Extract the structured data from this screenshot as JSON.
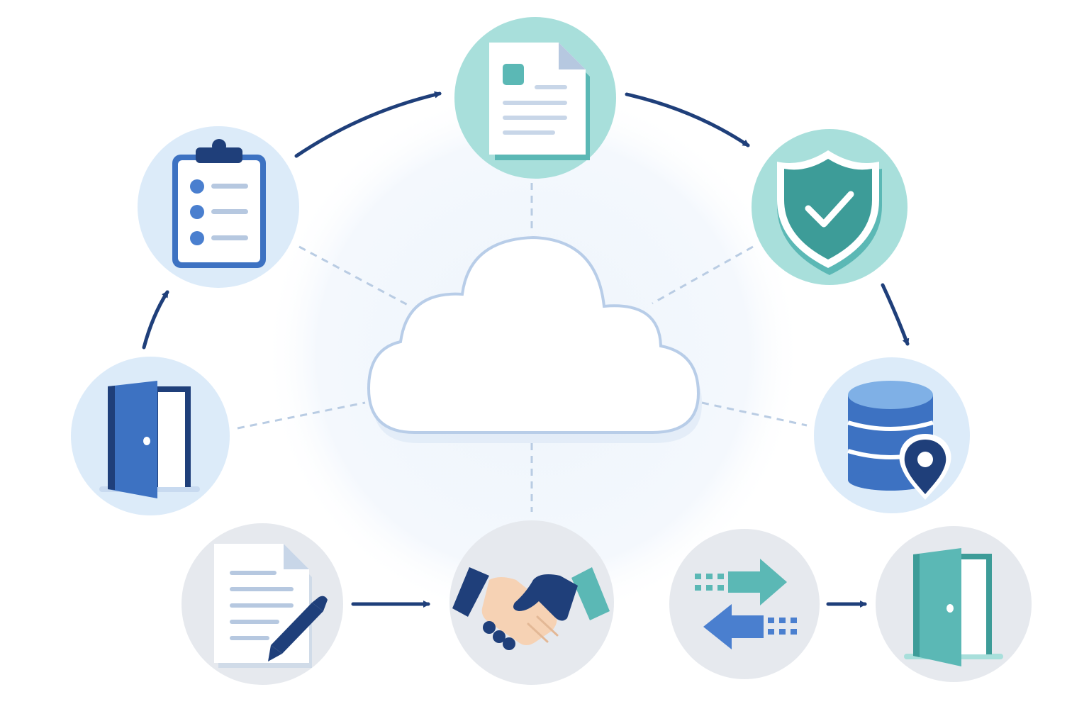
{
  "diagram": {
    "hub": {
      "icon": "cloud-icon"
    },
    "nodes": [
      {
        "id": "onboarding-entry",
        "icon": "open-door-icon",
        "color": "#3d72c2"
      },
      {
        "id": "requirements",
        "icon": "clipboard-checklist-icon",
        "color": "#4a7fcf"
      },
      {
        "id": "documentation",
        "icon": "document-icon",
        "color": "#5bb8b5"
      },
      {
        "id": "security-verification",
        "icon": "shield-check-icon",
        "color": "#3d9c98"
      },
      {
        "id": "data-storage",
        "icon": "database-location-icon",
        "color": "#3d72c2"
      },
      {
        "id": "contract-signing",
        "icon": "document-pen-icon",
        "color": "#1f3f7a"
      },
      {
        "id": "partnership",
        "icon": "handshake-icon",
        "color": "#1f3f7a"
      },
      {
        "id": "data-exchange",
        "icon": "exchange-arrows-icon",
        "color": "#5bb8b5"
      },
      {
        "id": "offboarding-exit",
        "icon": "exit-door-icon",
        "color": "#5bb8b5"
      }
    ],
    "flow": [
      [
        "onboarding-entry",
        "requirements"
      ],
      [
        "requirements",
        "documentation"
      ],
      [
        "documentation",
        "security-verification"
      ],
      [
        "security-verification",
        "data-storage"
      ],
      [
        "contract-signing",
        "partnership"
      ],
      [
        "data-exchange",
        "offboarding-exit"
      ]
    ]
  },
  "colors": {
    "navy": "#1f3f7a",
    "blue": "#3d72c2",
    "teal": "#5bb8b5",
    "dark_teal": "#3d9c98",
    "light_blue_bg": "#dcebf9",
    "teal_bg": "#a8dfdb",
    "gray_bg": "#e6e9ee",
    "skin": "#f6d2b4"
  }
}
